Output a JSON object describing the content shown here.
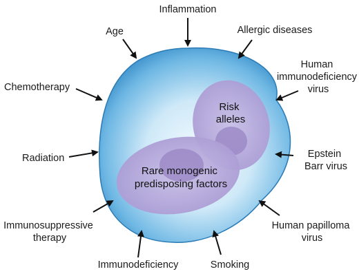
{
  "factors": {
    "inflammation": "Inflammation",
    "age": "Age",
    "allergic_diseases": "Allergic diseases",
    "hiv": [
      "Human",
      "immunodeficiency",
      "virus"
    ],
    "chemotherapy": "Chemotherapy",
    "radiation": "Radiation",
    "epstein_barr": [
      "Epstein",
      "Barr virus"
    ],
    "immunosuppressive": [
      "Immunosuppressive",
      "therapy"
    ],
    "hpv": [
      "Human papilloma",
      "virus"
    ],
    "immunodeficiency": "Immunodeficiency",
    "smoking": "Smoking"
  },
  "inner": {
    "risk_alleles": [
      "Risk",
      "alleles"
    ],
    "monogenic": [
      "Rare monogenic",
      "predisposing factors"
    ]
  },
  "colors": {
    "cell_edge": "#2f86c4",
    "cell_center": "#f4fbff",
    "blob": "#b5a8d6",
    "nucleus": "#9b88c6"
  }
}
